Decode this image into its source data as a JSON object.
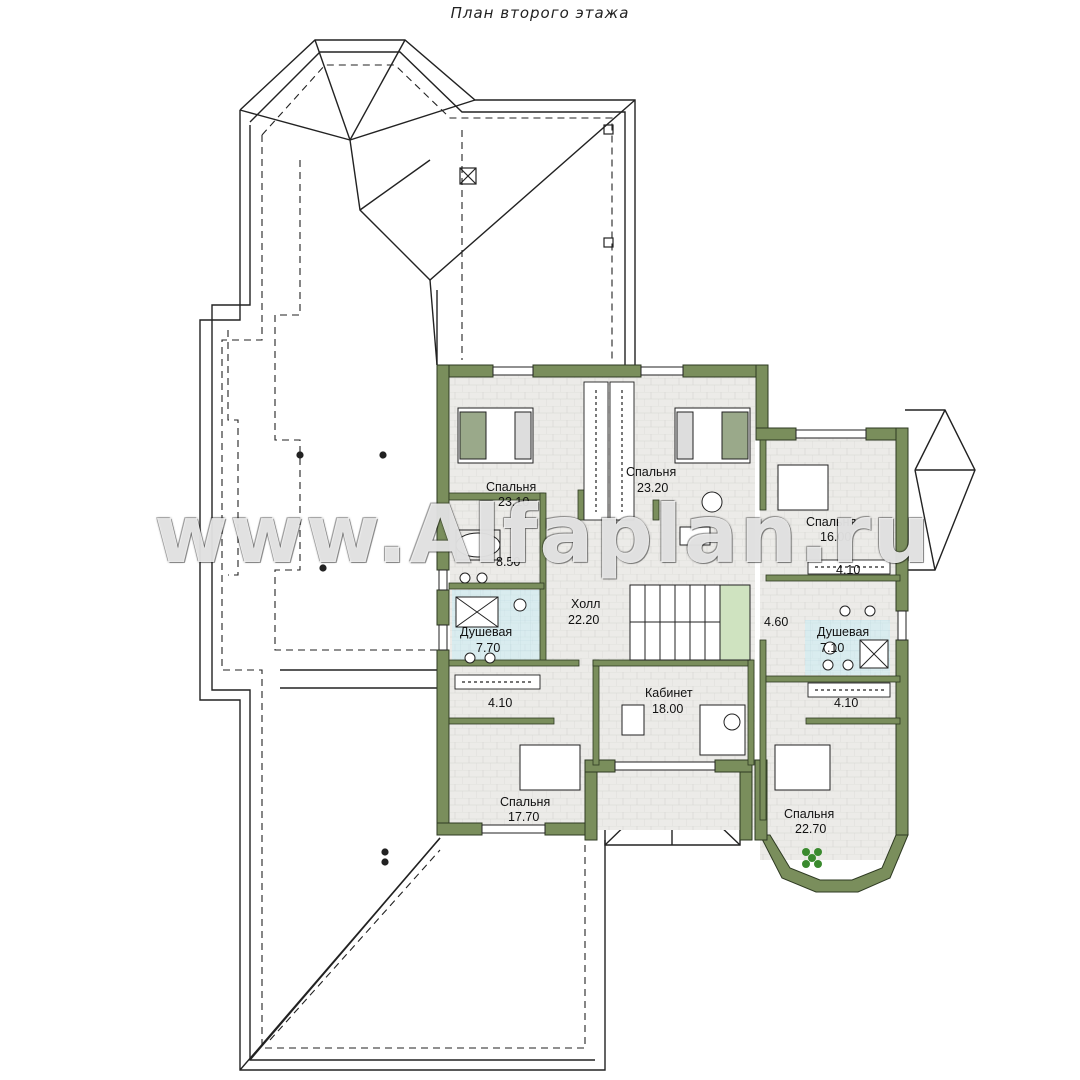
{
  "title": "План второго этажа",
  "watermark": "www.Alfaplan.ru",
  "colors": {
    "wall": "#7a8e5c",
    "floor": "#ececea",
    "line": "#222222",
    "bath_tile": "#bfe6f0"
  },
  "rooms": {
    "bedroom_nw": {
      "name": "Спальня",
      "area": "23.10"
    },
    "bedroom_n": {
      "name": "Спальня",
      "area": "23.20"
    },
    "bedroom_ne": {
      "name": "Спальня",
      "area": "16.00"
    },
    "bath_w": {
      "area": "8.50"
    },
    "hall": {
      "name": "Холл",
      "area": "22.20"
    },
    "corridor_e": {
      "area": "4.60"
    },
    "shower_w": {
      "name": "Душевая",
      "area": "7.70"
    },
    "shower_e": {
      "name": "Душевая",
      "area": "7.10"
    },
    "closet_ne": {
      "area": "4.10"
    },
    "closet_sw": {
      "area": "4.10"
    },
    "closet_se": {
      "area": "4.10"
    },
    "study": {
      "name": "Кабинет",
      "area": "18.00"
    },
    "bedroom_sw": {
      "name": "Спальня",
      "area": "17.70"
    },
    "bedroom_se": {
      "name": "Спальня",
      "area": "22.70"
    }
  }
}
